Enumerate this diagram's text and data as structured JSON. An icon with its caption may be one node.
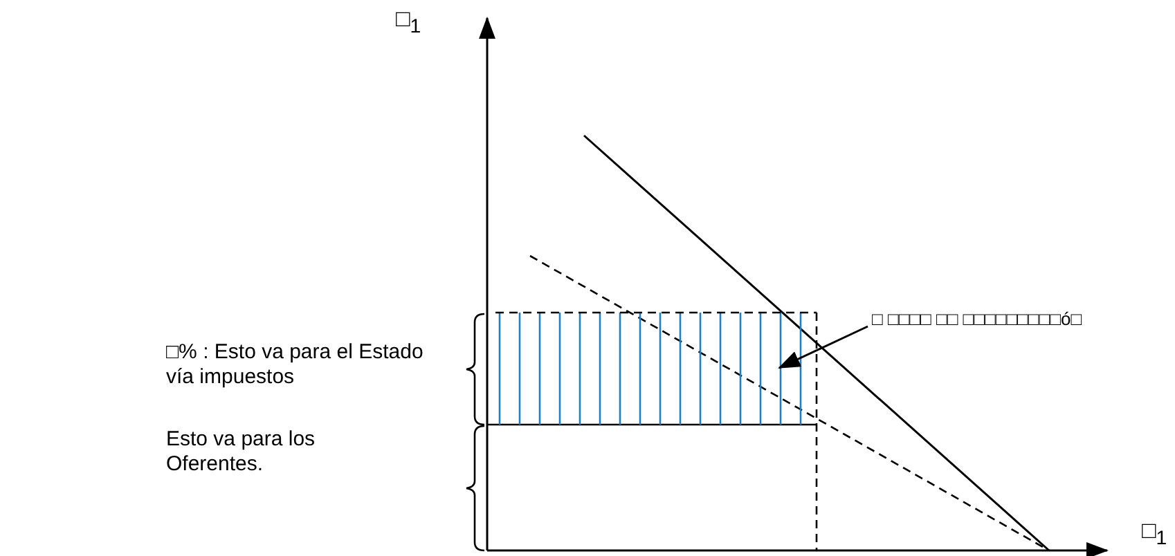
{
  "diagram": {
    "nodes": [
      {
        "text": [
          "□ □□□□ □□ □□□□□□□□□ó□"
        ]
      },
      {
        "text": [],
        "shape": "box"
      }
    ],
    "edges": [
      {
        "from": 0,
        "to": 1,
        "arrow": "to"
      }
    ],
    "labels": [
      "□$_{1}$",
      "□% : Esto va para el Estado vía impuestos",
      "Esto va para los Oferentes.",
      "□$_{1}$"
    ]
  }
}
